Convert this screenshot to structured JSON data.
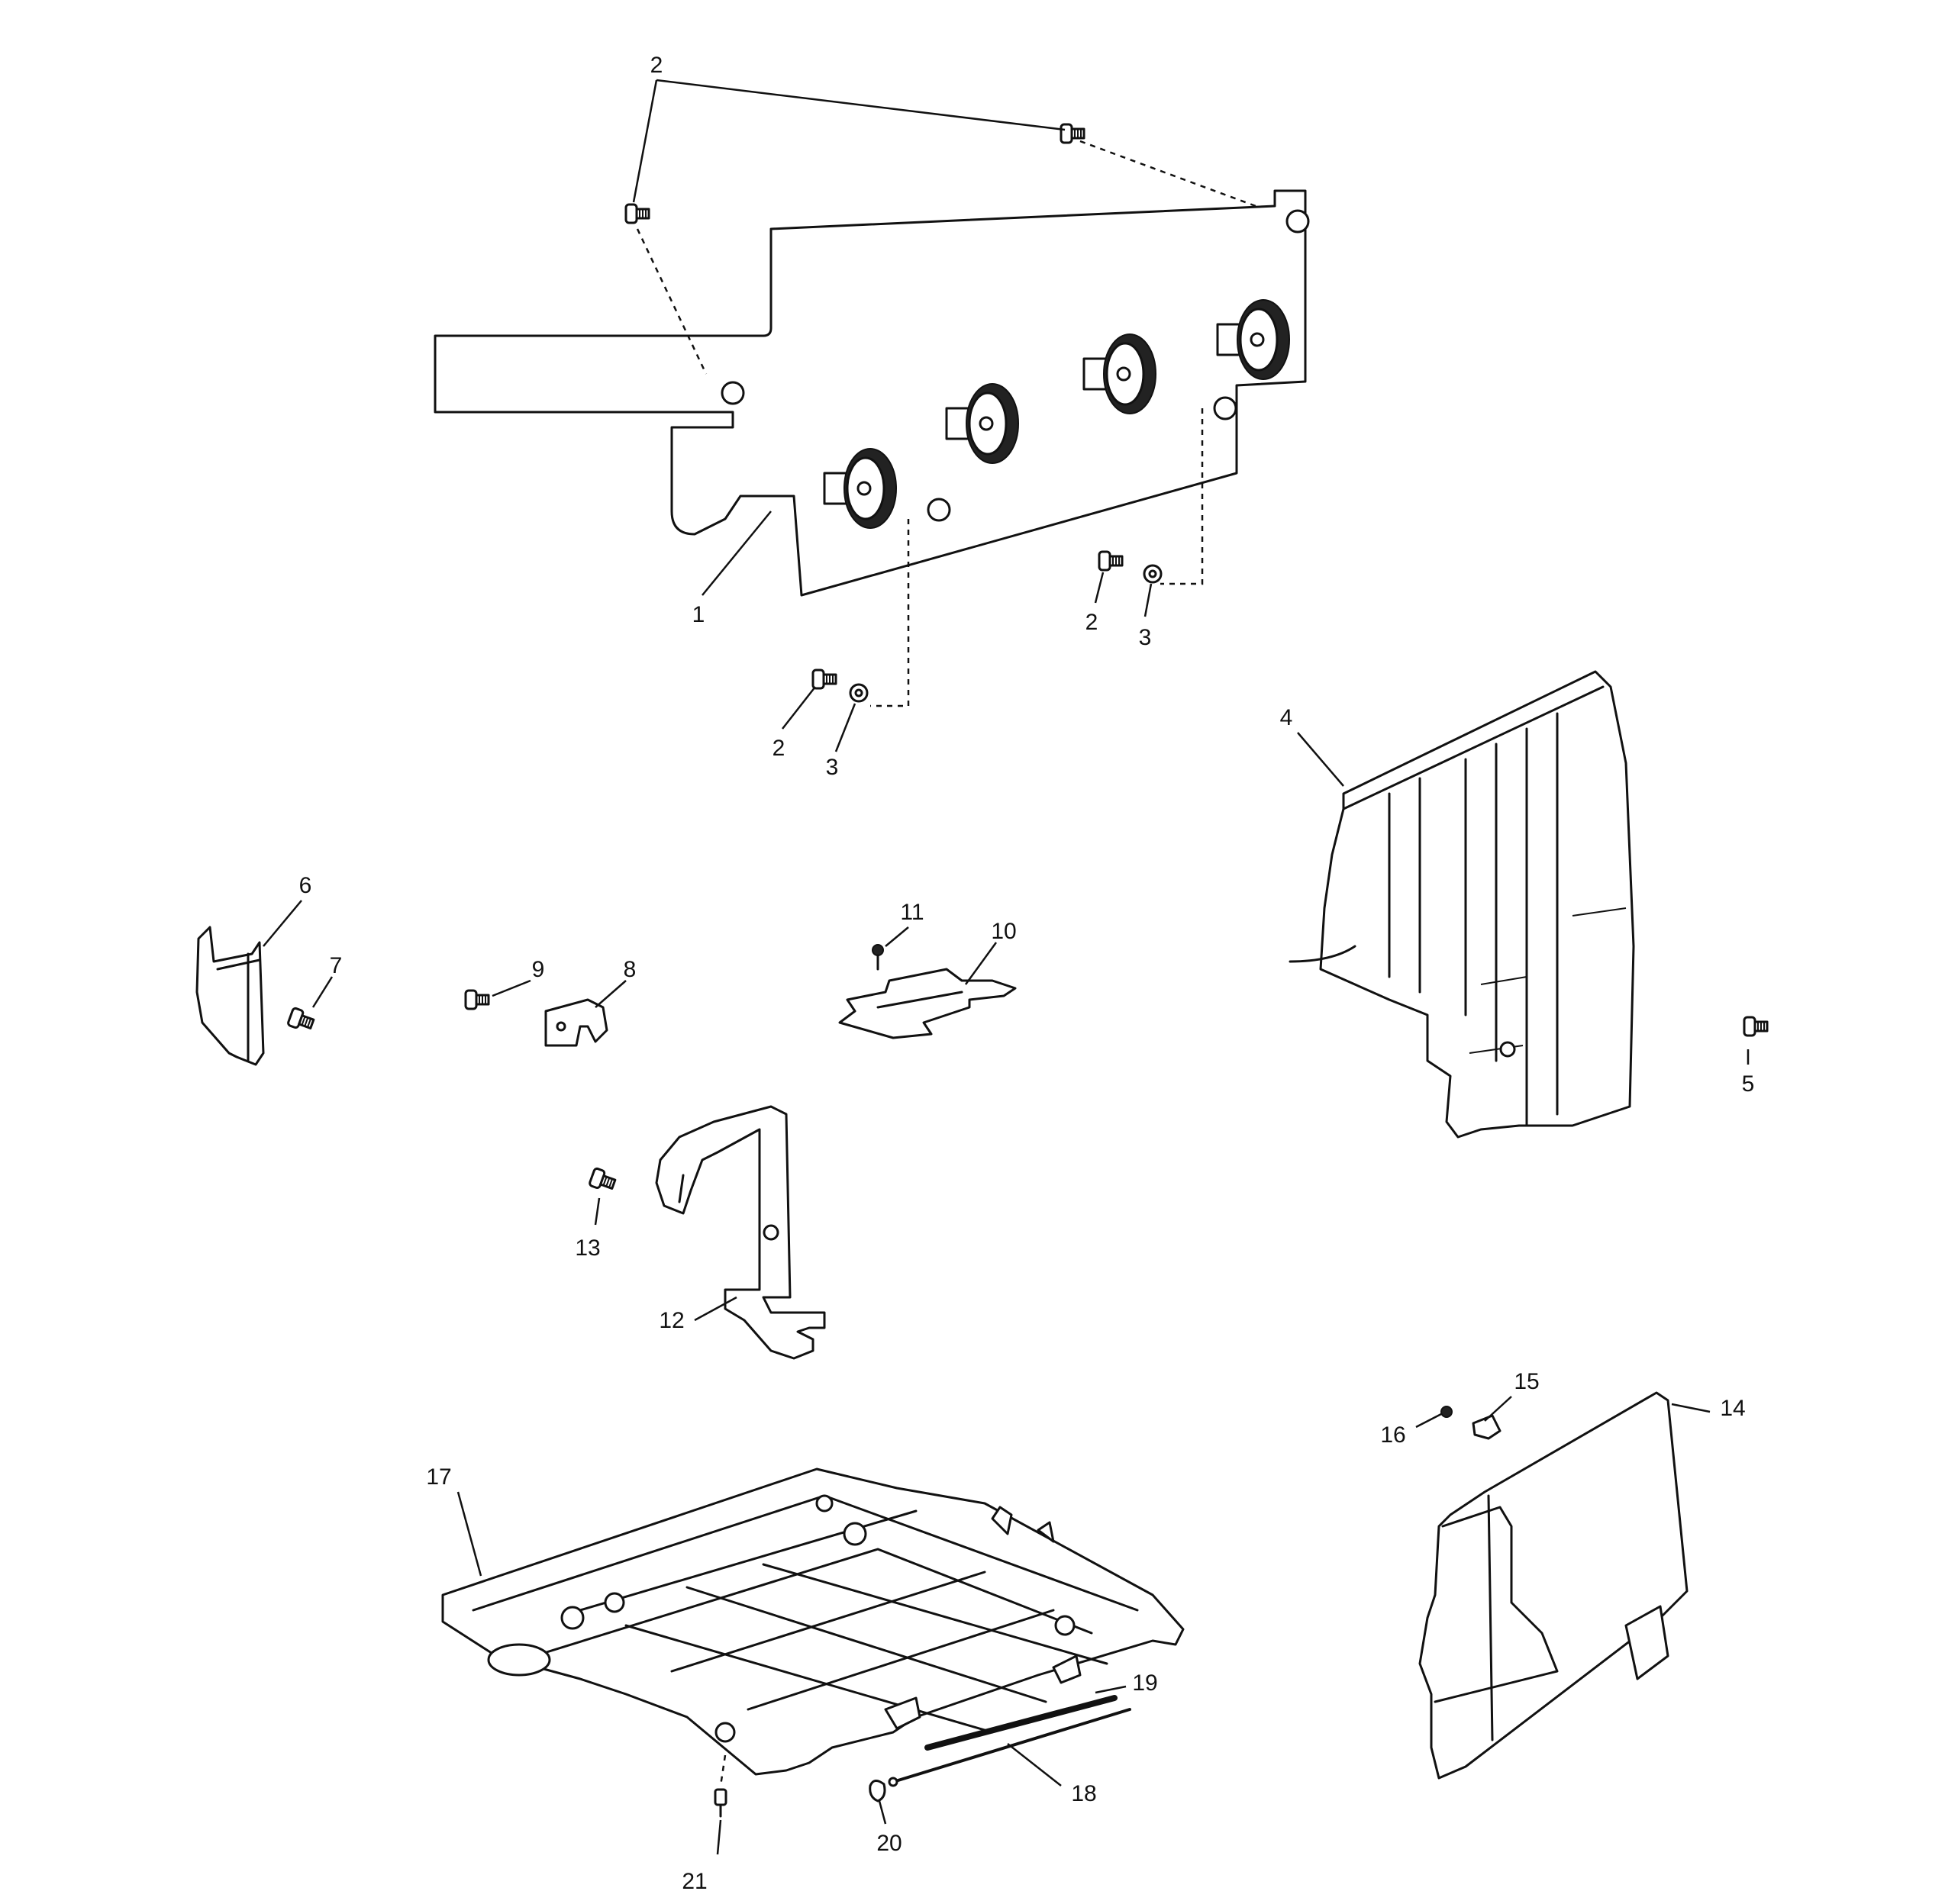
{
  "diagram": {
    "callouts": [
      {
        "id": "c1",
        "label": "1"
      },
      {
        "id": "c2a",
        "label": "2"
      },
      {
        "id": "c2b",
        "label": "2"
      },
      {
        "id": "c2c",
        "label": "2"
      },
      {
        "id": "c3a",
        "label": "3"
      },
      {
        "id": "c3b",
        "label": "3"
      },
      {
        "id": "c4",
        "label": "4"
      },
      {
        "id": "c5",
        "label": "5"
      },
      {
        "id": "c6",
        "label": "6"
      },
      {
        "id": "c7",
        "label": "7"
      },
      {
        "id": "c8",
        "label": "8"
      },
      {
        "id": "c9",
        "label": "9"
      },
      {
        "id": "c10",
        "label": "10"
      },
      {
        "id": "c11",
        "label": "11"
      },
      {
        "id": "c12",
        "label": "12"
      },
      {
        "id": "c13",
        "label": "13"
      },
      {
        "id": "c14",
        "label": "14"
      },
      {
        "id": "c15",
        "label": "15"
      },
      {
        "id": "c16",
        "label": "16"
      },
      {
        "id": "c17",
        "label": "17"
      },
      {
        "id": "c18",
        "label": "18"
      },
      {
        "id": "c19",
        "label": "19"
      },
      {
        "id": "c20",
        "label": "20"
      },
      {
        "id": "c21",
        "label": "21"
      }
    ]
  }
}
